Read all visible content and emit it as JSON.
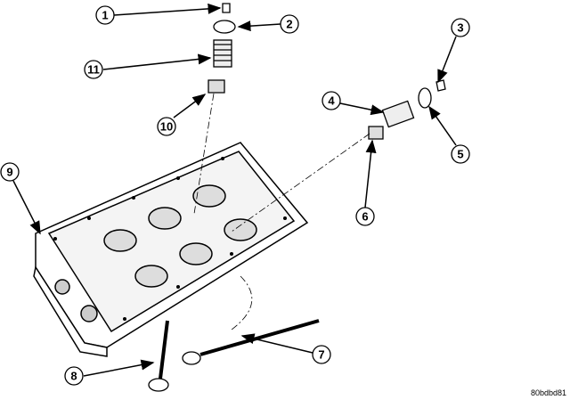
{
  "figure_code": "80bdbd81",
  "callouts": [
    {
      "label": "1"
    },
    {
      "label": "2"
    },
    {
      "label": "3"
    },
    {
      "label": "4"
    },
    {
      "label": "5"
    },
    {
      "label": "6"
    },
    {
      "label": "7"
    },
    {
      "label": "8"
    },
    {
      "label": "9"
    },
    {
      "label": "10"
    },
    {
      "label": "11"
    }
  ]
}
